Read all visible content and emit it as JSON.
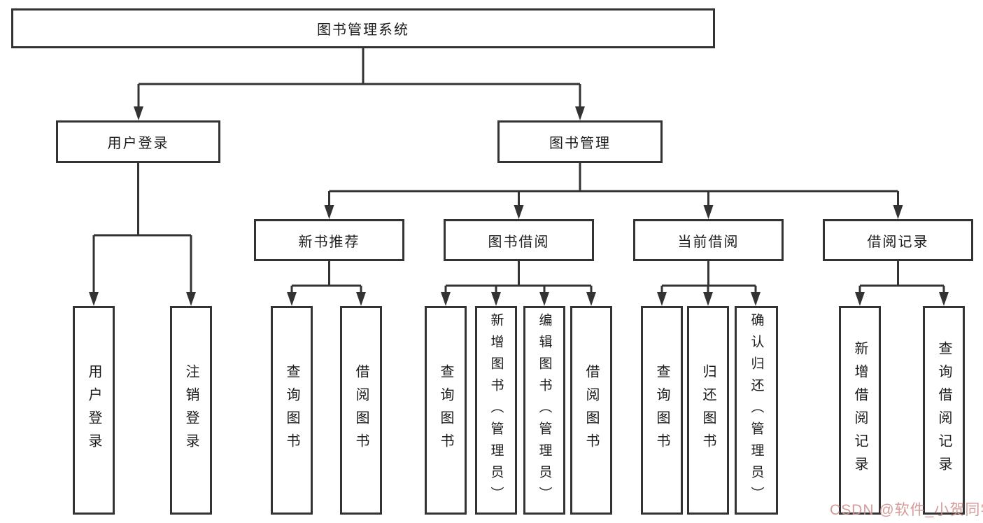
{
  "tree": {
    "root": "图书管理系统",
    "branches": [
      {
        "label": "用户登录",
        "children": [
          "用户登录",
          "注销登录"
        ]
      },
      {
        "label": "图书管理",
        "groups": [
          {
            "label": "新书推荐",
            "children": [
              "查询图书",
              "借阅图书"
            ]
          },
          {
            "label": "图书借阅",
            "children": [
              "查询图书",
              "新增图书（管理员）",
              "编辑图书（管理员）",
              "借阅图书"
            ]
          },
          {
            "label": "当前借阅",
            "children": [
              "查询图书",
              "归还图书",
              "确认归还（管理员）"
            ]
          },
          {
            "label": "借阅记录",
            "children": [
              "新增借阅记录",
              "查询借阅记录"
            ]
          }
        ]
      }
    ]
  },
  "style_tokens": {
    "line_color": "#333333",
    "box_border_color": "#333333",
    "text_color": "#1c1c1c",
    "background_color": "#ffffff",
    "watermark_color": "#d2918d"
  },
  "watermark": {
    "text": "CSDN @软件_小贺同学",
    "color": "#d2918d"
  }
}
